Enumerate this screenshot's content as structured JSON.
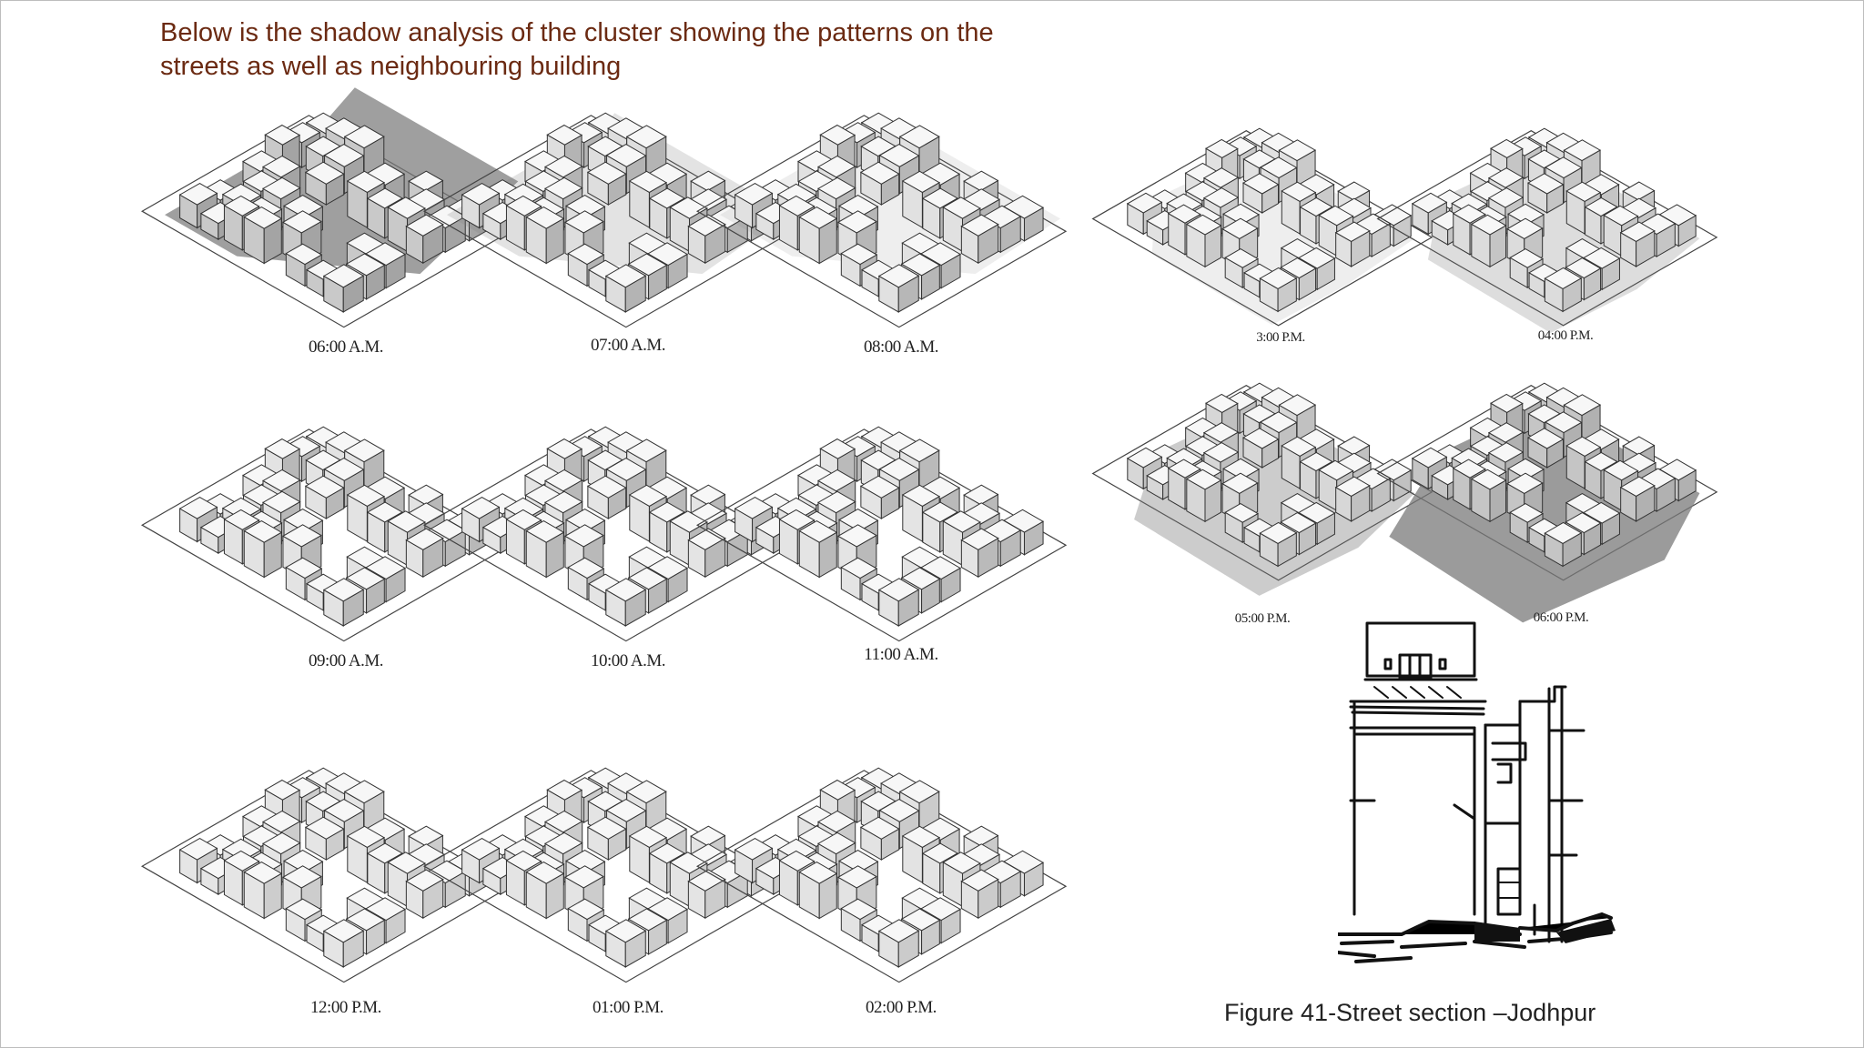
{
  "intro_text": "Below is the shadow analysis of the cluster showing the patterns on the streets as well as neighbouring building",
  "panels": [
    {
      "time": "06:00 A.M.",
      "shadow": 0.85
    },
    {
      "time": "07:00 A.M.",
      "shadow": 0.25
    },
    {
      "time": "08:00 A.M.",
      "shadow": 0.15
    },
    {
      "time": "09:00 A.M.",
      "shadow": 0.1
    },
    {
      "time": "10:00 A.M.",
      "shadow": 0.08
    },
    {
      "time": "11:00 A.M.",
      "shadow": 0.06
    },
    {
      "time": "12:00 P.M.",
      "shadow": 0.05
    },
    {
      "time": "01:00 P.M.",
      "shadow": 0.08
    },
    {
      "time": "02:00 P.M.",
      "shadow": 0.1
    },
    {
      "time": "3:00 P.M.",
      "shadow": 0.15
    },
    {
      "time": "04:00 P.M.",
      "shadow": 0.3
    },
    {
      "time": "05:00 P.M.",
      "shadow": 0.45
    },
    {
      "time": "06:00 P.M.",
      "shadow": 0.95
    }
  ],
  "figure_caption": "Figure 41-Street section –Jodhpur",
  "colors": {
    "intro_text": "#6b2a12",
    "shadow": "#7a7a7a",
    "line": "#333333"
  }
}
